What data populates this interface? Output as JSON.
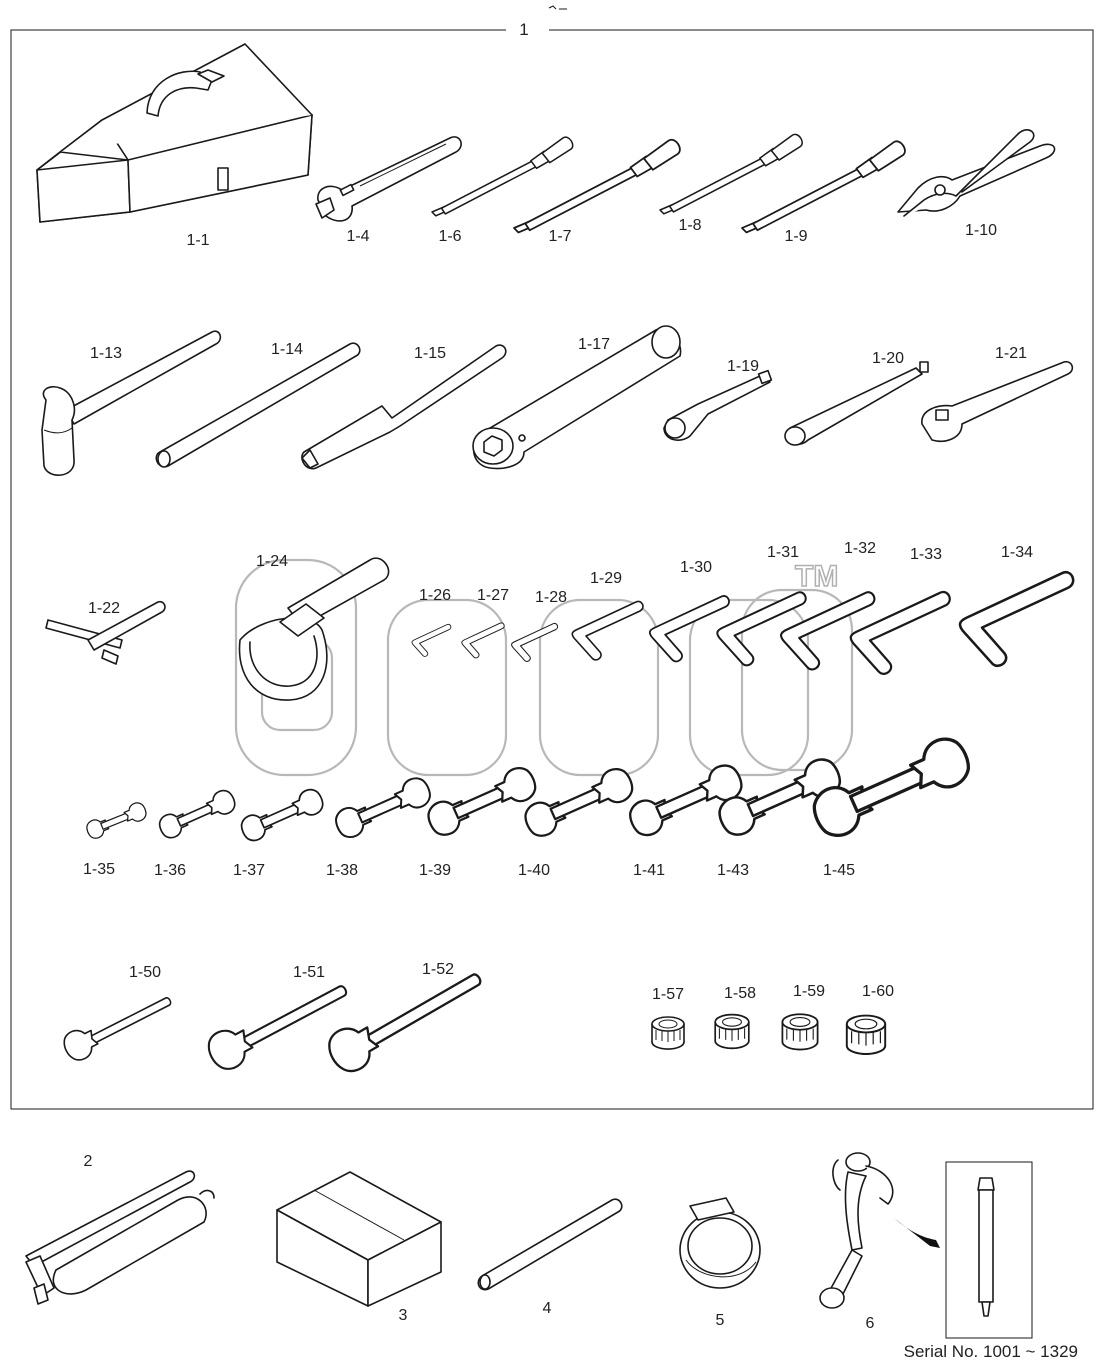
{
  "header": {
    "group_label": "1"
  },
  "watermark": {
    "tm": "TM"
  },
  "serial": "Serial No. 1001 ~ 1329",
  "parts": {
    "p1_1": "1-1",
    "p1_4": "1-4",
    "p1_6": "1-6",
    "p1_7": "1-7",
    "p1_8": "1-8",
    "p1_9": "1-9",
    "p1_10": "1-10",
    "p1_13": "1-13",
    "p1_14": "1-14",
    "p1_15": "1-15",
    "p1_17": "1-17",
    "p1_19": "1-19",
    "p1_20": "1-20",
    "p1_21": "1-21",
    "p1_22": "1-22",
    "p1_24": "1-24",
    "p1_26": "1-26",
    "p1_27": "1-27",
    "p1_28": "1-28",
    "p1_29": "1-29",
    "p1_30": "1-30",
    "p1_31": "1-31",
    "p1_32": "1-32",
    "p1_33": "1-33",
    "p1_34": "1-34",
    "p1_35": "1-35",
    "p1_36": "1-36",
    "p1_37": "1-37",
    "p1_38": "1-38",
    "p1_39": "1-39",
    "p1_40": "1-40",
    "p1_41": "1-41",
    "p1_43": "1-43",
    "p1_45": "1-45",
    "p1_50": "1-50",
    "p1_51": "1-51",
    "p1_52": "1-52",
    "p1_57": "1-57",
    "p1_58": "1-58",
    "p1_59": "1-59",
    "p1_60": "1-60",
    "p2": "2",
    "p3": "3",
    "p4": "4",
    "p5": "5",
    "p6": "6"
  }
}
